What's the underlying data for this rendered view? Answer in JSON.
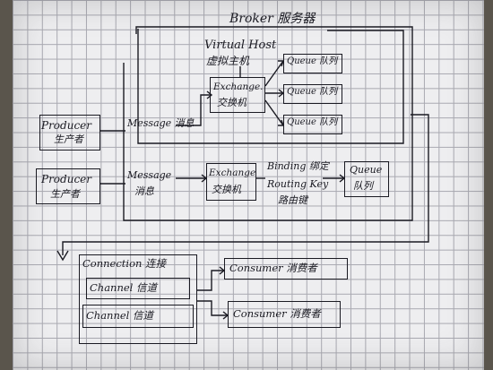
{
  "diagram": {
    "broker_label": "Broker 服务器",
    "vhost_label_en": "Virtual Host",
    "vhost_label_cn": "虚拟主机",
    "exchange_top_en": "Exchange.",
    "exchange_top_cn": "交换机",
    "queue_label": "Queue 队列",
    "producer1_en": "Producer",
    "producer1_cn": "生产者",
    "message1": "Message 消息",
    "producer2_en": "Producer",
    "producer2_cn": "生产者",
    "message2_en": "Message",
    "message2_cn": "消息",
    "exchange_mid_en": "Exchange",
    "exchange_mid_cn": "交换机",
    "binding": "Binding 绑定",
    "routing_en": "Routing Key",
    "routing_cn": "路由键",
    "queue_mid_en": "Queue",
    "queue_mid_cn": "队列",
    "connection": "Connection 连接",
    "channel1": "Channel 信道",
    "channel2": "Channel 信道",
    "consumer1": "Consumer 消费者",
    "consumer2": "Consumer 消费者"
  }
}
